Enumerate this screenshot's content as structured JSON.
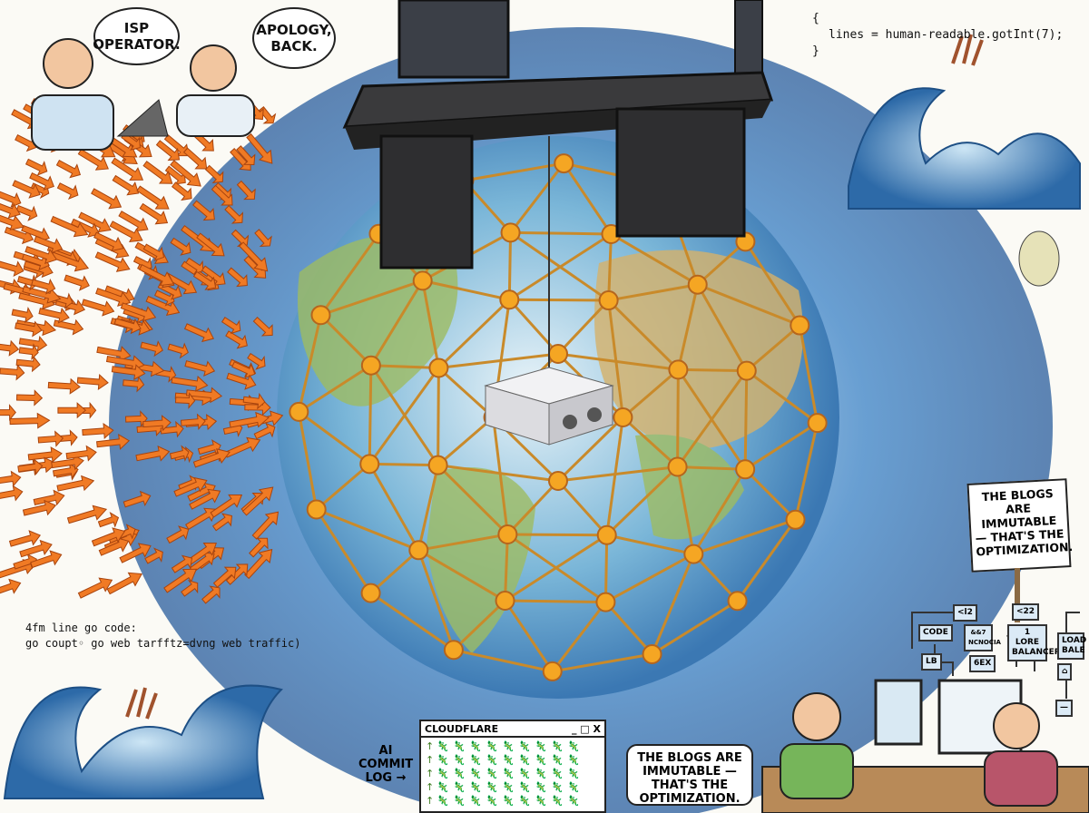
{
  "bubbles": {
    "isp_operator": "ISP OPERATOR.",
    "apology": "APOLOGY, BACK."
  },
  "code_top": {
    "line1": "{",
    "line2": "lines = human-readable.gotInt(7);",
    "line3": "}"
  },
  "code_bottom": {
    "line1": "4fm line go code:",
    "line2": "go coupt◦ go web tarfftz=dvng web traffic)"
  },
  "sign": {
    "text": "THE BLOGS ARE IMMUTABLE — THAT'S THE OPTIMIZATION."
  },
  "speech_bottom": {
    "text": "THE BLOGS ARE IMMUTABLE — THAT'S THE OPTIMIZATION."
  },
  "commit_label": "AI COMMIT LOG →",
  "window": {
    "title": "CLOUDFLARE",
    "controls": "_ □ X",
    "row_marker": "↑",
    "dino": "🦎",
    "rows": 5,
    "cols": 9
  },
  "diagram": {
    "boxes": [
      "<l2",
      "CODE",
      "&&7 NCNOCIA",
      "LB",
      "6EX",
      "<22",
      "1 LORE BALANCER",
      "LOAD BALE",
      "⌂",
      "—"
    ]
  },
  "colors": {
    "ocean": "#3f7fc0",
    "arrows": "#f07a24",
    "nodes": "#f5a623",
    "land": "#8fb35a"
  }
}
